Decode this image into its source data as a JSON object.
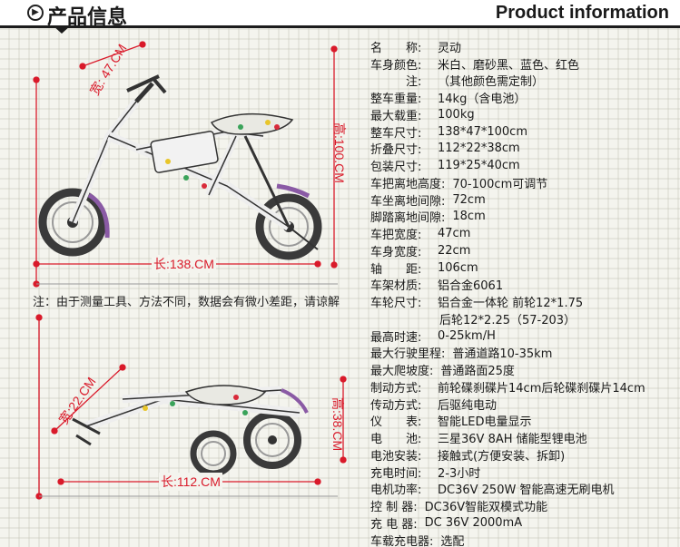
{
  "header": {
    "title_cn": "产品信息",
    "title_en": "Product information",
    "arrow_icon": "circle-chevron-right-icon"
  },
  "figure": {
    "width_label": "宽: 47.CM",
    "height_label": "高:100.CM",
    "length_label": "长:138.CM",
    "folded_width_label": "宽:22.CM",
    "folded_height_label": "高:38.CM",
    "folded_length_label": "长:112.CM",
    "note": "注：由于测量工具、方法不同，数据会有微小差距，请谅解"
  },
  "specs": [
    {
      "label": "名　　称:",
      "value": "灵动"
    },
    {
      "label": "车身颜色:",
      "value": "米白、磨砂黑、蓝色、红色"
    },
    {
      "label": "　　　注:",
      "value": "（其他颜色需定制）"
    },
    {
      "label": "整车重量:",
      "value": "14kg（含电池）"
    },
    {
      "label": "最大载重:",
      "value": "100kg"
    },
    {
      "label": "整车尺寸:",
      "value": "138*47*100cm"
    },
    {
      "label": "折叠尺寸:",
      "value": "112*22*38cm"
    },
    {
      "label": "包装尺寸:",
      "value": "119*25*40cm"
    },
    {
      "label": "车把离地高度:",
      "value": "70-100cm可调节"
    },
    {
      "label": "车坐离地间隙:",
      "value": "72cm"
    },
    {
      "label": "脚踏离地间隙:",
      "value": "18cm"
    },
    {
      "label": "车把宽度:",
      "value": "47cm"
    },
    {
      "label": "车身宽度:",
      "value": "22cm"
    },
    {
      "label": "轴　　距:",
      "value": "106cm"
    },
    {
      "label": "车架材质:",
      "value": "铝合金6061"
    },
    {
      "label": "车轮尺寸:",
      "value": "铝合金一体轮 前轮12*1.75"
    },
    {
      "label": "",
      "value": "后轮12*2.25（57-203）"
    },
    {
      "label": "最高时速:",
      "value": "0-25km/H"
    },
    {
      "label": "最大行驶里程:",
      "value": "普通道路10-35km"
    },
    {
      "label": "最大爬坡度:",
      "value": "普通路面25度"
    },
    {
      "label": "制动方式:",
      "value": "前轮碟刹碟片14cm后轮碟刹碟片14cm"
    },
    {
      "label": "传动方式:",
      "value": "后驱纯电动"
    },
    {
      "label": "仪　　表:",
      "value": "智能LED电量显示"
    },
    {
      "label": "电　　池:",
      "value": "三星36V 8AH 储能型锂电池"
    },
    {
      "label": "电池安装:",
      "value": "接触式(方便安装、拆卸)"
    },
    {
      "label": "充电时间:",
      "value": "2-3小时"
    },
    {
      "label": "电机功率:",
      "value": "DC36V 250W 智能高速无刷电机"
    },
    {
      "label": "控 制 器:",
      "value": "DC36V智能双模式功能"
    },
    {
      "label": "充 电 器:",
      "value": "DC 36V 2000mA"
    },
    {
      "label": "车载充电器:",
      "value": "选配"
    }
  ]
}
